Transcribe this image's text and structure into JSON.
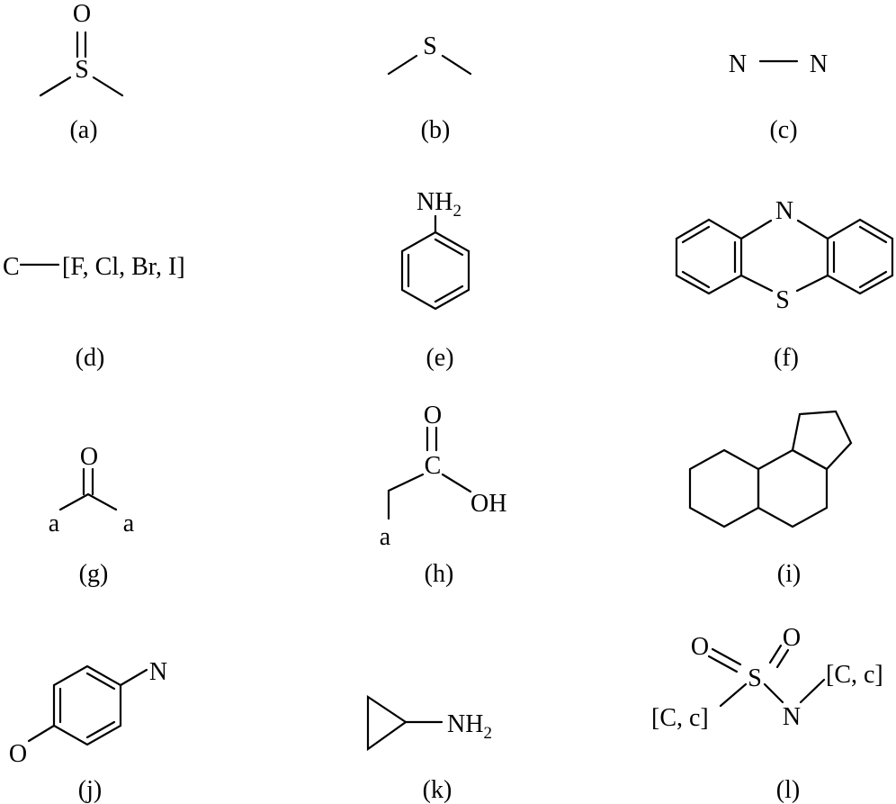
{
  "structures": [
    {
      "label": "(a)",
      "atoms": {
        "o": "O",
        "s": "S"
      }
    },
    {
      "label": "(b)",
      "atoms": {
        "s": "S"
      }
    },
    {
      "label": "(c)",
      "atoms": {
        "n1": "N",
        "n2": "N"
      }
    },
    {
      "label": "(d)",
      "atoms": {
        "c": "C",
        "halogens": "[F, Cl, Br, I]"
      }
    },
    {
      "label": "(e)",
      "atoms": {
        "nh": "NH",
        "sub": "2"
      }
    },
    {
      "label": "(f)",
      "atoms": {
        "n": "N",
        "s": "S"
      }
    },
    {
      "label": "(g)",
      "atoms": {
        "o": "O",
        "a1": "a",
        "a2": "a"
      }
    },
    {
      "label": "(h)",
      "atoms": {
        "o": "O",
        "c": "C",
        "oh": "OH",
        "a": "a"
      }
    },
    {
      "label": "(i)",
      "atoms": {}
    },
    {
      "label": "(j)",
      "atoms": {
        "n": "N",
        "o": "O"
      }
    },
    {
      "label": "(k)",
      "atoms": {
        "nh": "NH",
        "sub": "2"
      }
    },
    {
      "label": "(l)",
      "atoms": {
        "o1": "O",
        "o2": "O",
        "s": "S",
        "n": "N",
        "g1": "[C, c]",
        "g2": "[C, c]"
      }
    }
  ]
}
